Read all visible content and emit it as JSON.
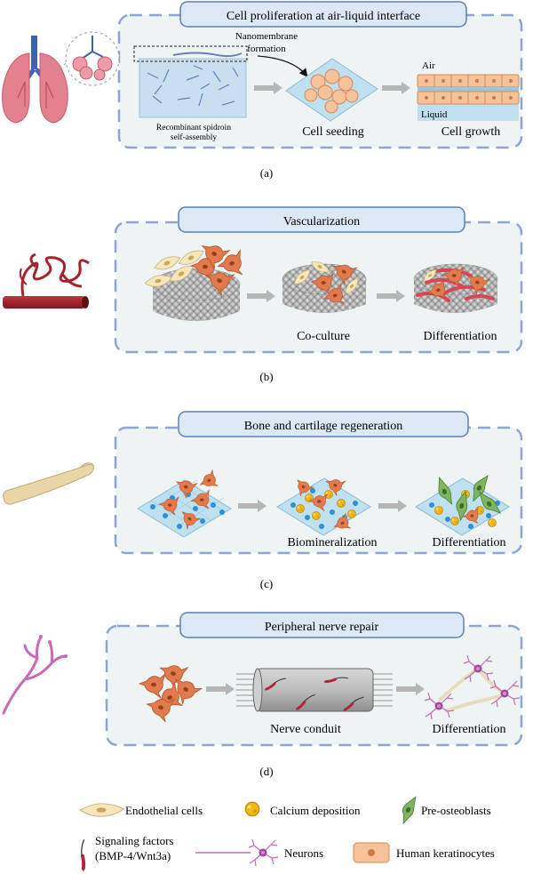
{
  "panels": [
    {
      "title": "Cell proliferation at air-liquid interface",
      "caption": "(a)",
      "labels": {
        "nanomembrane": [
          "Nanomembrane",
          "formation"
        ],
        "spidroin": [
          "Recombinant spidroin",
          "self-assembly"
        ],
        "seeding": "Cell seeding",
        "growth": "Cell growth",
        "air": "Air",
        "liquid": "Liquid"
      }
    },
    {
      "title": "Vascularization",
      "caption": "(b)",
      "labels": {
        "coculture": "Co-culture",
        "diff": "Differentiation"
      }
    },
    {
      "title": "Bone and cartilage regeneration",
      "caption": "(c)",
      "labels": {
        "biomin": "Biomineralization",
        "diff": "Differentiation"
      }
    },
    {
      "title": "Peripheral nerve repair",
      "caption": "(d)",
      "labels": {
        "conduit": "Nerve conduit",
        "diff": "Differentiation"
      }
    }
  ],
  "legend": {
    "endothelial": "Endothelial cells",
    "calcium": "Calcium deposition",
    "preosteo": "Pre-osteoblasts",
    "signaling": [
      "Signaling factors",
      "(BMP-4/Wnt3a)"
    ],
    "neurons": "Neurons",
    "keratinocytes": "Human keratinocytes"
  },
  "colors": {
    "panel_fill": "#eef4f4",
    "panel_border": "#8ea6cf",
    "title_fill": "#dbe8f6",
    "title_border": "#5d7fb3",
    "arrow": "#b5b5b5",
    "cell_orange": "#e17b4d",
    "cell_cream": "#f5e6bc",
    "scaffold_gray": "#9a9a9a",
    "bone": "#e8d5a8",
    "vessel": "#a5232c",
    "lung": "#e4818f",
    "neuron": "#c76ab8"
  }
}
